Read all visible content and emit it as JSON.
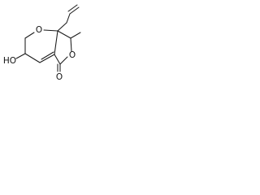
{
  "molecule": {
    "labels": {
      "ring_oxygen": "O",
      "lactone_ring_oxygen": "O",
      "carbonyl_oxygen": "O",
      "hydroxyl": "HO"
    },
    "colors": {
      "bond": "#1a1a1a",
      "text": "#111111",
      "background": "#ffffff"
    }
  }
}
